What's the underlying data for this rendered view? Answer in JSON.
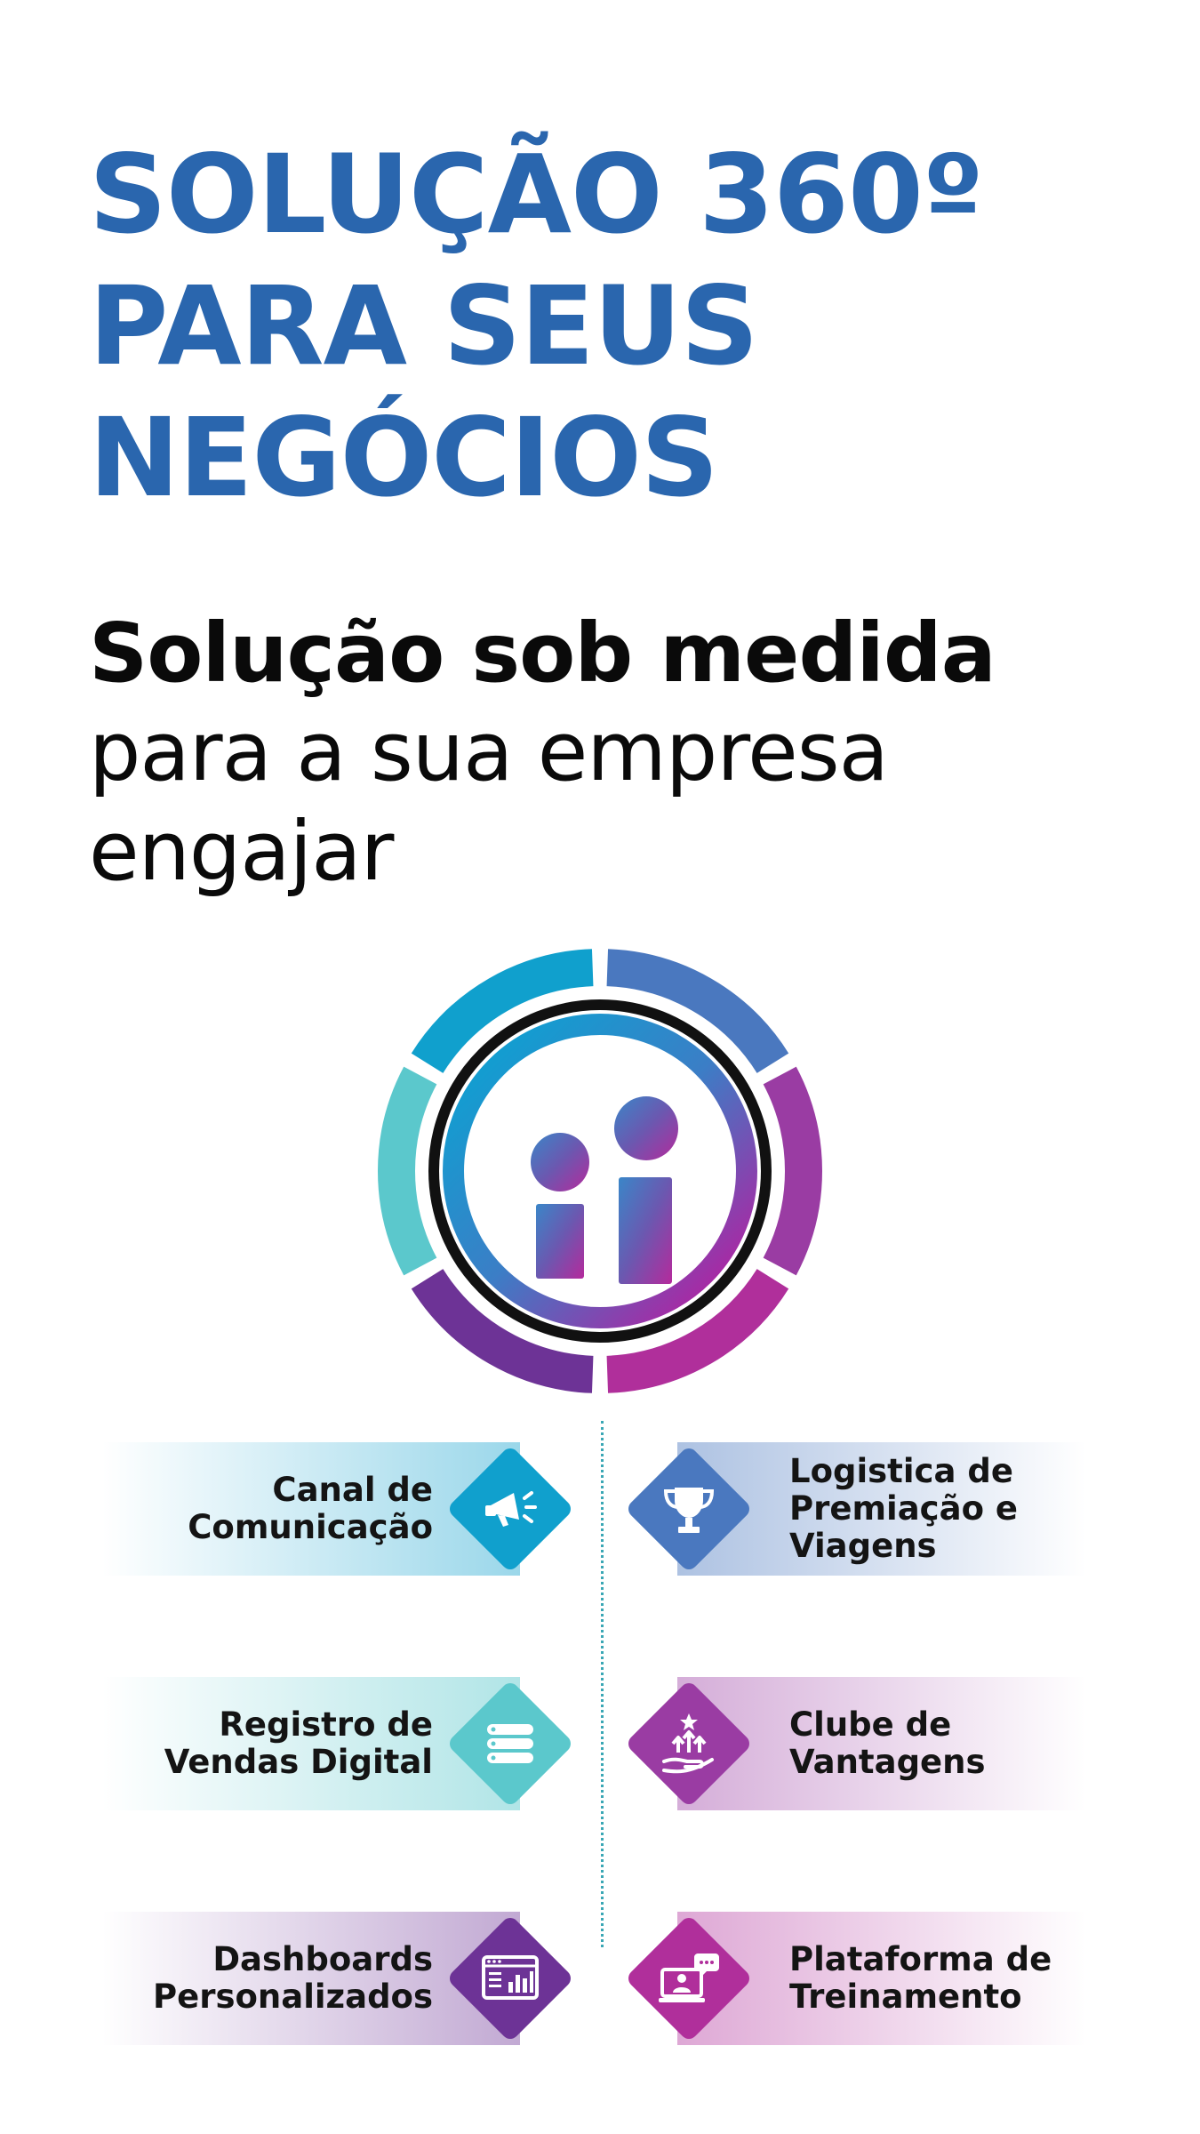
{
  "title": {
    "line1": "SOLUÇÃO 360º",
    "line2": "PARA SEUS",
    "line3": "NEGÓCIOS"
  },
  "subtitle": {
    "strong": "Solução sob medida",
    "light": "para a sua empresa engajar"
  },
  "logo": {
    "icon": "people-logo-icon"
  },
  "colors": {
    "title_blue": "#2a66ae",
    "cyan": "#10a0cd",
    "blue": "#4a78bf",
    "teal": "#5bc8cc",
    "purple": "#6d3396",
    "violet": "#9a3ca3",
    "magenta": "#b02f9b"
  },
  "items": [
    {
      "line1": "Canal de",
      "line2": "Comunicação",
      "icon": "megaphone-icon",
      "color": "#10a0cd"
    },
    {
      "line1": "Logistica de",
      "line2": "Premiação e",
      "line3": "Viagens",
      "icon": "trophy-icon",
      "color": "#4a78bf"
    },
    {
      "line1": "Registro de",
      "line2": "Vendas Digital",
      "icon": "database-icon",
      "color": "#5bc8cc"
    },
    {
      "line1": "Clube de",
      "line2": "Vantagens",
      "icon": "growth-hand-icon",
      "color": "#9a3ca3"
    },
    {
      "line1": "Dashboards",
      "line2": "Personalizados",
      "icon": "dashboard-icon",
      "color": "#6d3396"
    },
    {
      "line1": "Plataforma de",
      "line2": "Treinamento",
      "icon": "online-training-icon",
      "color": "#b02f9b"
    }
  ]
}
